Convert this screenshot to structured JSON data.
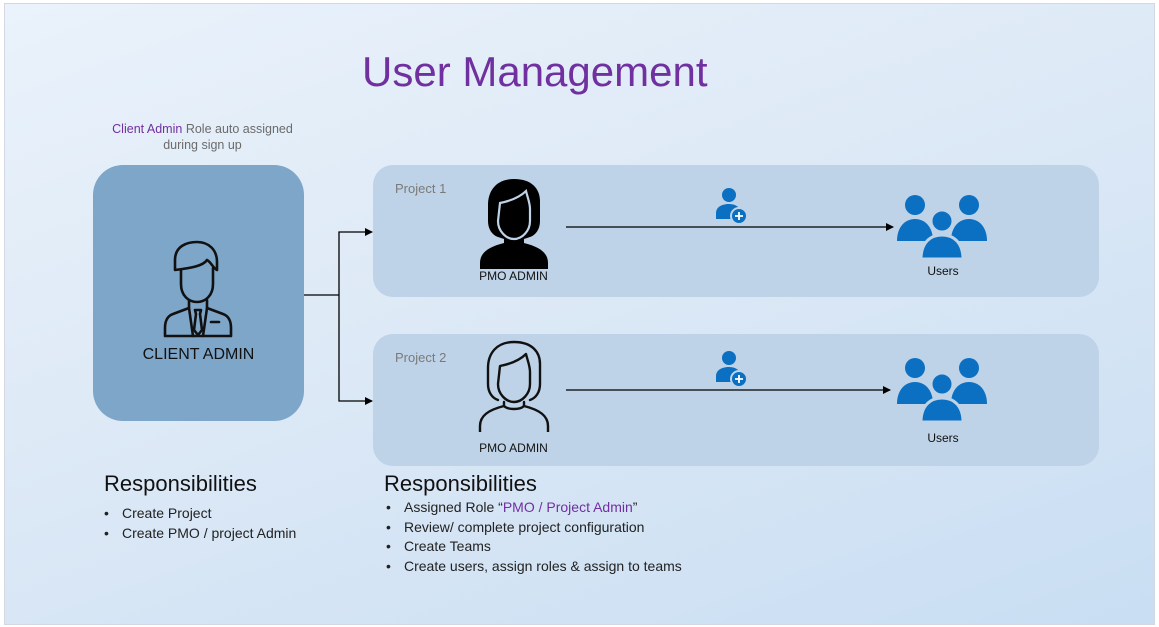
{
  "title": "User Management",
  "note": {
    "highlight": "Client Admin",
    "rest_line1": " Role auto assigned",
    "line2": "during sign up"
  },
  "client_admin": {
    "label": "CLIENT ADMIN",
    "icon": "businessman-icon"
  },
  "projects": [
    {
      "label": "Project 1",
      "admin_label": "PMO ADMIN",
      "admin_icon": "woman-filled-icon",
      "add_icon": "add-user-icon",
      "users_label": "Users",
      "users_icon": "users-group-icon"
    },
    {
      "label": "Project 2",
      "admin_label": "PMO ADMIN",
      "admin_icon": "woman-outline-icon",
      "add_icon": "add-user-icon",
      "users_label": "Users",
      "users_icon": "users-group-icon"
    }
  ],
  "client_responsibilities": {
    "heading": "Responsibilities",
    "items": [
      "Create Project",
      "Create PMO / project Admin"
    ]
  },
  "pmo_responsibilities": {
    "heading": "Responsibilities",
    "item0_prefix": "Assigned Role “",
    "item0_highlight": "PMO / Project Admin",
    "item0_suffix": "”",
    "items": [
      "Review/ complete project configuration",
      "Create Teams",
      "Create users,  assign roles & assign to teams"
    ]
  },
  "colors": {
    "title": "#7030a0",
    "client_box": "#7ea6c9",
    "project_box": "#bed3e7",
    "icon_blue": "#0b6fc2"
  }
}
